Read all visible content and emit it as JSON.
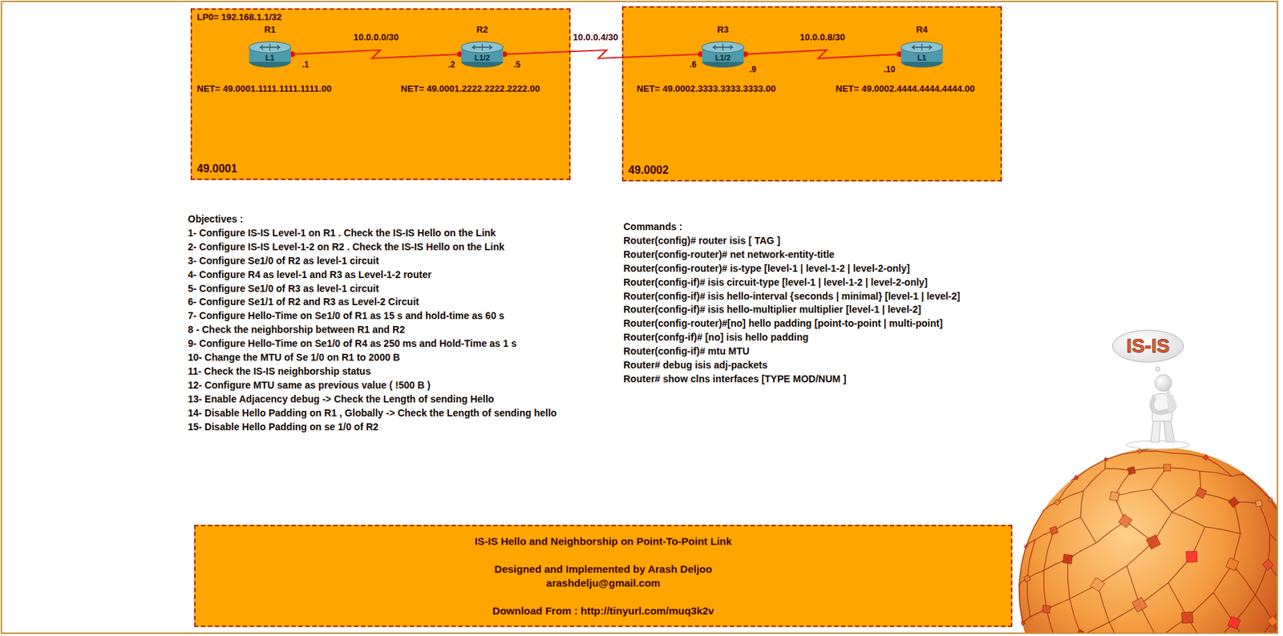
{
  "diagram": {
    "nodes": [
      {
        "text": [
          "49.0001"
        ]
      },
      {
        "text": [
          "R1",
          "L1"
        ],
        "in": 0
      },
      {
        "text": [
          "R2",
          "L1/2"
        ],
        "in": 0
      },
      {
        "text": [
          "49.0002"
        ]
      },
      {
        "text": [
          "R3",
          "L1/2"
        ],
        "in": 3
      },
      {
        "text": [
          "R4",
          "L1"
        ],
        "in": 3
      },
      {
        "text": [
          "IS-IS Hello and Neighborship on Point-To-Point Link",
          "Designed and Implemented by Arash Deljoo",
          "arashdelju@gmail.com",
          "Download From : http://tinyurl.com/muq3k2v"
        ]
      },
      {
        "text": [
          "IS-IS"
        ]
      }
    ],
    "edges": [
      {
        "from": 1,
        "to": 2,
        "arrow": "none",
        "label": "10.0.0.0/30"
      },
      {
        "from": 2,
        "to": 4,
        "arrow": "none",
        "label": "10.0.0.4/30"
      },
      {
        "from": 4,
        "to": 5,
        "arrow": "none",
        "label": "10.0.0.8/30"
      }
    ],
    "labels": [
      "LP0= 192.168.1.1/32",
      ".1",
      ".2",
      ".5",
      ".6",
      ".9",
      ".10",
      "NET= 49.0001.1111.1111.1111.00",
      "NET= 49.0001.2222.2222.2222.00",
      "NET= 49.0002.3333.3333.3333.00",
      "NET= 49.0002.4444.4444.4444.00",
      "Objectives :",
      "1- Configure IS-IS Level-1 on R1 . Check the IS-IS Hello on the Link",
      "2- Configure IS-IS Level-1-2 on R2 . Check the IS-IS Hello on the Link",
      "3- Configure Se1/0 of R2 as level-1 circuit",
      "4- Configure R4 as level-1 and R3 as Level-1-2 router",
      "5- Configure Se1/0 of R3 as level-1 circuit",
      "6- Configure Se1/1 of R2 and R3 as Level-2 Circuit",
      "7- Configure Hello-Time on Se1/0 of R1 as 15 s and hold-time as 60 s",
      "8 - Check the neighborship between R1 and R2",
      "9- Configure Hello-Time on Se1/0 of R4 as 250 ms and Hold-Time as 1 s",
      "10- Change the MTU of Se 1/0 on R1 to 2000 B",
      "11- Check the IS-IS neighborship status",
      "12- Configure MTU same as previous value ( !500 B )",
      "13- Enable Adjacency debug -> Check the Length of sending Hello",
      "14- Disable Hello Padding on R1 , Globally -> Check the Length of sending hello",
      "15- Disable Hello Padding on se 1/0 of R2",
      "Commands :",
      "Router(config)# router isis [ TAG ]",
      "Router(config-router)# net network-entity-title",
      "Router(config-router)# is-type [level-1 | level-1-2 | level-2-only]",
      "Router(config-if)# isis circuit-type [level-1 | level-1-2 | level-2-only]",
      "Router(config-if)# isis hello-interval {seconds | minimal} [level-1 | level-2]",
      "Router(config-if)# isis hello-multiplier multiplier [level-1 | level-2]",
      "Router(config-router)#[no] hello padding [point-to-point | multi-point]",
      "Router(confg-if)# [no] isis hello padding",
      "Router(config-if)# mtu MTU",
      "Router# debug isis adj-packets",
      "Router# show clns interfaces [TYPE MOD/NUM ]"
    ]
  }
}
